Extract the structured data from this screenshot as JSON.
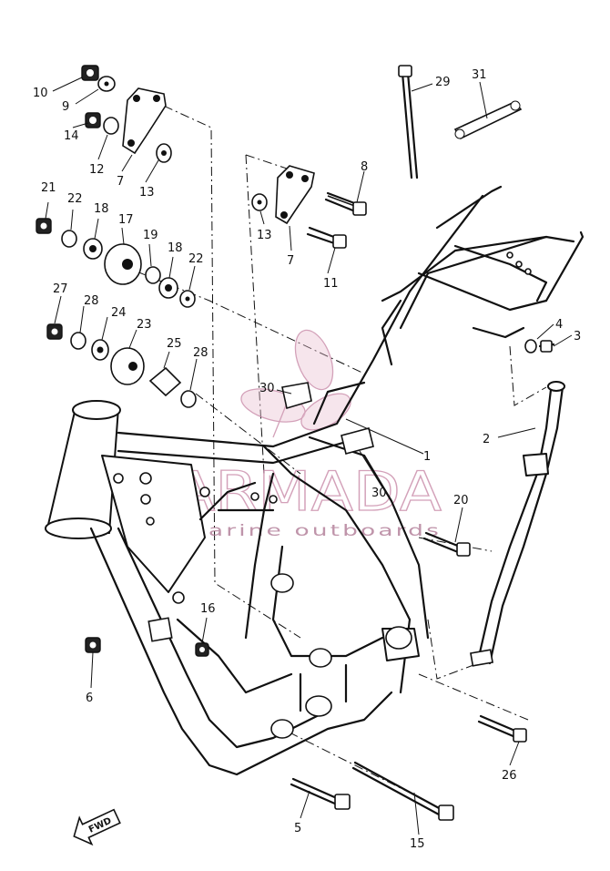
{
  "diagram": {
    "part_labels": [
      "10",
      "9",
      "14",
      "12",
      "7",
      "13",
      "21",
      "22",
      "18",
      "17",
      "19",
      "18",
      "22",
      "27",
      "28",
      "24",
      "23",
      "25",
      "28",
      "8",
      "13",
      "7",
      "11",
      "29",
      "31",
      "4",
      "3",
      "2",
      "1",
      "30",
      "30",
      "20",
      "16",
      "6",
      "26",
      "5",
      "15"
    ],
    "fwd_label": "FWD"
  },
  "watermark": {
    "brand": "ARMADA",
    "tagline": "marine outboards",
    "accent_color": "#c98aa8"
  }
}
